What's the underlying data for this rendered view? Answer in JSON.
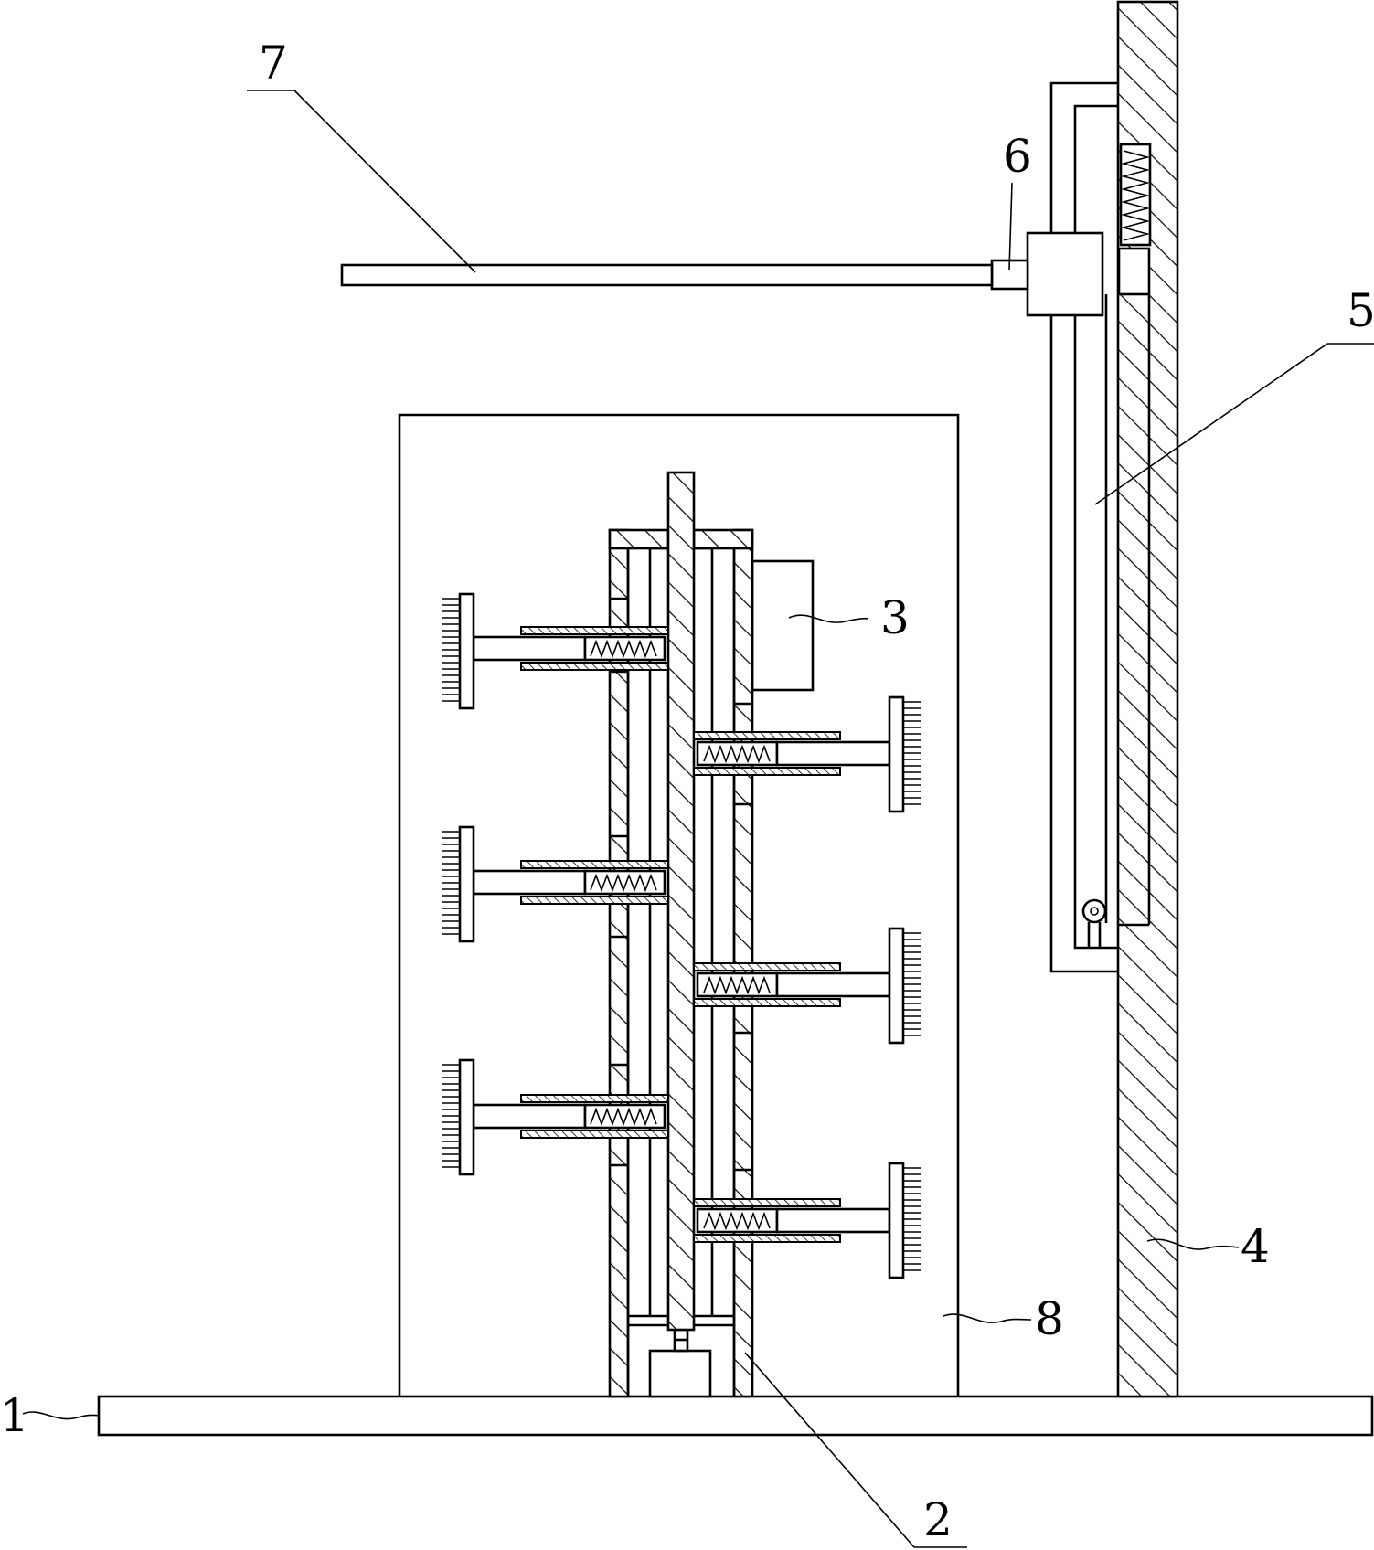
{
  "labels": {
    "base": "1",
    "motor_housing": "2",
    "motor": "3",
    "column": "4",
    "guide_rail": "5",
    "slider_joint": "6",
    "arm_rod": "7",
    "cabinet": "8"
  }
}
